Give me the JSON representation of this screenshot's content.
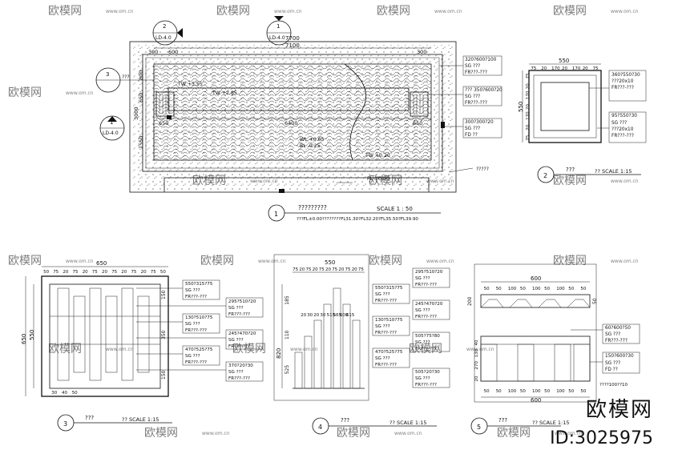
{
  "watermark": {
    "brand": "欧模网",
    "site": "www.om.cn",
    "id": "ID:3025975"
  },
  "plan": {
    "callouts": [
      {
        "num": "2",
        "ref": "LD-4.0"
      },
      {
        "num": "1",
        "ref": "LD-4.0"
      },
      {
        "num": "3",
        "ref": "???"
      },
      {
        "num": "1",
        "ref": "LD-4.0"
      }
    ],
    "dims": {
      "top_outer": "7700",
      "top_inner": "7100",
      "left_300": "300",
      "left_600": "600",
      "right_300": "300",
      "v_800": "800",
      "v_650": "650",
      "v_3000": "3000",
      "v_1550": "1550",
      "h_650a": "650",
      "h_6400": "6400",
      "h_650b": "650"
    },
    "levels": {
      "tw1": "TW +3.55",
      "tw2": "TW +2.85",
      "wl": "WL +0.05",
      "bl": "BL -0.25",
      "tw3": "TW +0.20",
      "fl": "FL ±0.00"
    },
    "notes": [
      {
        "code": "320?600?100",
        "rows": [
          "SG      ???",
          "FR???-???"
        ]
      },
      {
        "code": "??? 350?600?20",
        "rows": [
          "SG      ???",
          "FR???-???"
        ]
      },
      {
        "code": "300?300?20",
        "rows": [
          "SG      ???",
          "FD      ??"
        ]
      }
    ],
    "leader_note": "?????",
    "title": {
      "num": "1",
      "label": "?????????",
      "scale": "SCALE 1 : 50"
    },
    "subnote": "???FL±0.00????????FL31.30?FL32.20?FL35.50?FL39.90"
  },
  "detail2": {
    "dims_top": [
      "550"
    ],
    "dims_sub": [
      "75",
      "20",
      "170",
      "20",
      "170",
      "20",
      "75"
    ],
    "dims_left": [
      "75",
      "20",
      "170",
      "20",
      "170",
      "20",
      "75"
    ],
    "dim_left_total": "550",
    "notes": [
      {
        "code": "360?550?30",
        "rows": [
          "???20x10",
          "FR???-???"
        ]
      },
      {
        "code": "95?550?30",
        "rows": [
          "SG      ???",
          "???20x10",
          "FR???-???"
        ]
      }
    ],
    "title": {
      "num": "2",
      "label": "???",
      "scale": "?? SCALE 1:15"
    }
  },
  "detail3": {
    "dim_top": "650",
    "dims_sub": [
      "50",
      "75",
      "20",
      "75",
      "20",
      "75",
      "20",
      "75",
      "20",
      "75",
      "20",
      "75",
      "50"
    ],
    "dim_left_outer": "650",
    "dim_left_inner": "550",
    "dims_right": [
      "150",
      "350",
      "150"
    ],
    "dims_bottom": [
      "30",
      "40",
      "50"
    ],
    "notes": [
      {
        "code": "550?315?75",
        "rows": [
          "SG      ???",
          "FR???-???"
        ]
      },
      {
        "code": "295?510?20",
        "rows": [
          "SG      ???",
          "FR???-???"
        ]
      },
      {
        "code": "130?510?75",
        "rows": [
          "SG      ???",
          "FR???-???"
        ]
      },
      {
        "code": "245?470?20",
        "rows": [
          "SG      ???",
          "FR???-???"
        ]
      },
      {
        "code": "470?525?75",
        "rows": [
          "SG      ???",
          "FR???-???"
        ]
      },
      {
        "code": "370?20?30",
        "rows": [
          "SG      ???",
          "FR???-???"
        ]
      }
    ],
    "title": {
      "num": "3",
      "label": "???",
      "scale": "?? SCALE 1:15"
    }
  },
  "detail4": {
    "dim_top": "550",
    "dims_sub": [
      "75",
      "20",
      "75",
      "20",
      "75",
      "20",
      "75",
      "20",
      "75",
      "20",
      "75"
    ],
    "dims_left": [
      "185",
      "110",
      "525"
    ],
    "dim_left_total": "820",
    "dims_inner": [
      "20",
      "30",
      "20",
      "30",
      "515",
      "565",
      "600",
      "615"
    ],
    "notes": [
      {
        "code": "550?315?75",
        "rows": [
          "SG      ???",
          "FR???-???"
        ]
      },
      {
        "code": "295?510?20",
        "rows": [
          "SG      ???",
          "FR???-???"
        ]
      },
      {
        "code": "130?510?75",
        "rows": [
          "SG      ???",
          "FR???-???"
        ]
      },
      {
        "code": "245?470?20",
        "rows": [
          "SG      ???",
          "FR???-???"
        ]
      },
      {
        "code": "470?525?75",
        "rows": [
          "SG      ???",
          "FR???-???"
        ]
      },
      {
        "code": "505?75?80",
        "rows": [
          "SG      ???",
          "FR???-???"
        ]
      },
      {
        "code": "505?20?30",
        "rows": [
          "SG      ???",
          "FR???-???"
        ]
      }
    ],
    "title": {
      "num": "4",
      "label": "???",
      "scale": "?? SCALE 1:15"
    }
  },
  "detail5": {
    "dim_top": "600",
    "dims_sub_top": [
      "50",
      "50",
      "100",
      "50",
      "100",
      "50",
      "100",
      "50",
      "50"
    ],
    "dims_top_side": [
      "200",
      "50"
    ],
    "dims_side": [
      "40",
      "130",
      "270",
      "20"
    ],
    "dims_bottom_sub": [
      "50",
      "50",
      "100",
      "50",
      "100",
      "50",
      "100",
      "50",
      "50"
    ],
    "dim_bottom": "600",
    "notes": [
      {
        "code": "60?600?50",
        "rows": [
          "SG      ???",
          "FR???-???"
        ]
      },
      {
        "code": "150?600?30",
        "rows": [
          "SG      ???",
          "FD      ??"
        ]
      }
    ],
    "extra": "????100??10",
    "title": {
      "num": "5",
      "label": "???",
      "scale": "?? SCALE 1:15"
    }
  }
}
